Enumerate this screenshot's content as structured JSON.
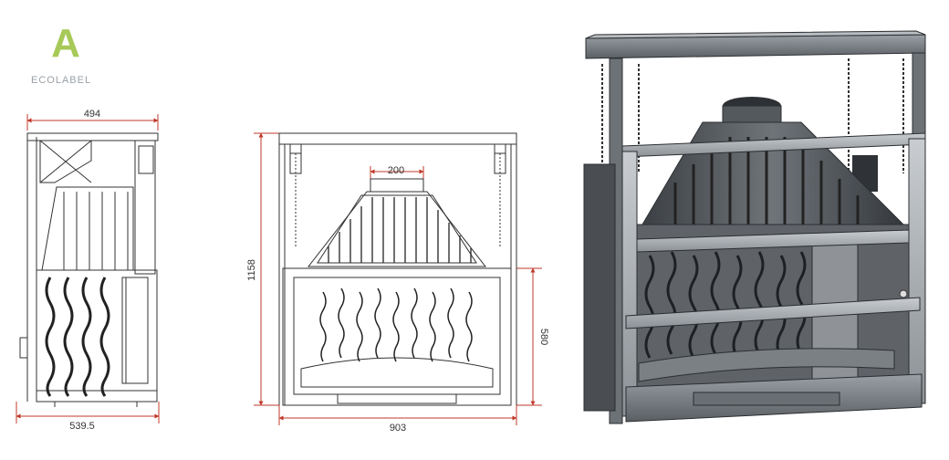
{
  "logo": {
    "letter": "A",
    "text": "ECOLABEL",
    "color": "#a7c957"
  },
  "side_view": {
    "top_width": "494",
    "bottom_width": "539.5"
  },
  "front_view": {
    "flue_width": "200",
    "height": "1158",
    "door_height": "580",
    "width": "903"
  },
  "colors": {
    "dimension": "#c0392b",
    "line": "#333333",
    "metal_dark": "#3b3e42",
    "metal_mid": "#7d8287",
    "metal_light": "#c4c8cc"
  }
}
